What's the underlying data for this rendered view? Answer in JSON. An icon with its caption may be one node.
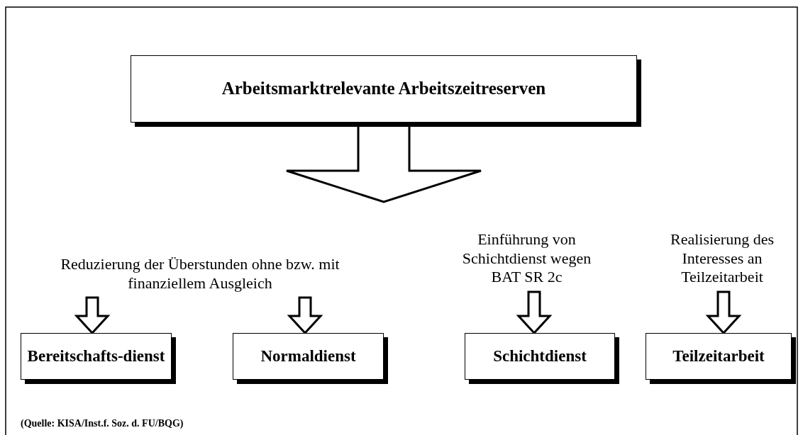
{
  "diagram": {
    "caption": "(Quelle: KISA/Inst.f. Soz. d. FU/BQG)",
    "nodes": [
      {
        "text": [
          "Arbeitsmarktrelevante Arbeitszeitreserven"
        ]
      },
      {
        "text": [
          "Reduzierung der Überstunden ohne bzw. mit finanziellem Ausgleich"
        ]
      },
      {
        "text": [
          "Einführung von Schichtdienst wegen BAT SR 2c"
        ]
      },
      {
        "text": [
          "Realisierung des Interesses an Teilzeitarbeit"
        ]
      },
      {
        "text": [
          "Bereitschafts-dienst"
        ]
      },
      {
        "text": [
          "Normaldienst"
        ]
      },
      {
        "text": [
          "Schichtdienst"
        ]
      },
      {
        "text": [
          "Teilzeitarbeit"
        ]
      }
    ],
    "edges": [
      {
        "from": 0,
        "to": null,
        "arrow": "to"
      },
      {
        "from": 1,
        "to": 4,
        "arrow": "to"
      },
      {
        "from": 1,
        "to": 5,
        "arrow": "to"
      },
      {
        "from": 2,
        "to": 6,
        "arrow": "to"
      },
      {
        "from": 3,
        "to": 7,
        "arrow": "to"
      }
    ]
  }
}
